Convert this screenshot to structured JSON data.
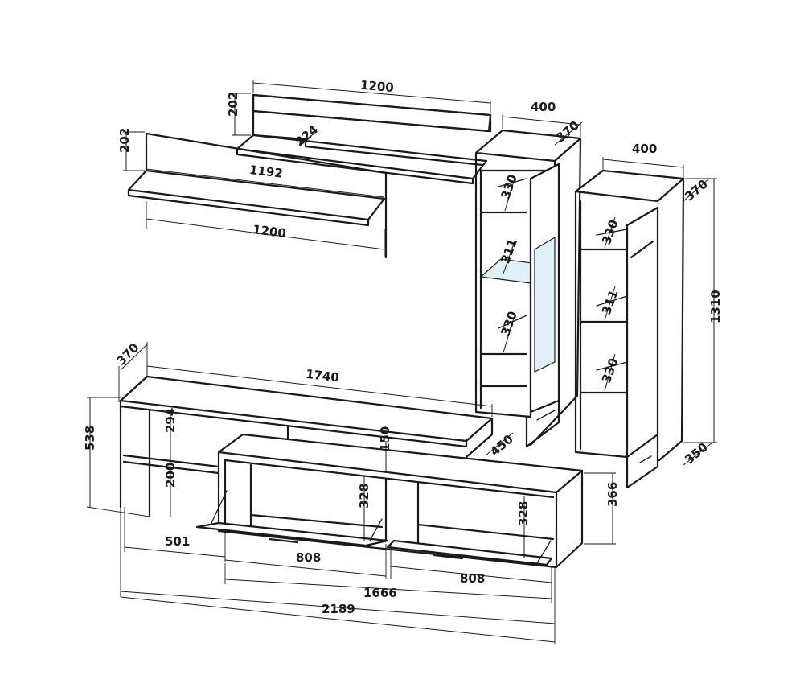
{
  "diagram": {
    "wall_shelf_long": {
      "width": "1200",
      "height": "202",
      "depth": "224"
    },
    "wall_shelf_short": {
      "height": "202",
      "inner_width": "1192",
      "width": "1200"
    },
    "left_cabinet": {
      "width": "400",
      "depth": "370",
      "shelf_1": "330",
      "shelf_2": "311",
      "shelf_3": "330"
    },
    "right_cabinet": {
      "width": "400",
      "depth": "370",
      "height": "1310",
      "shelf_1": "330",
      "shelf_2": "311",
      "shelf_3": "330",
      "base_depth": "350"
    },
    "tv_unit": {
      "depth": "370",
      "top_width": "1740",
      "height": "538",
      "open_upper": "294",
      "open_lower": "200",
      "top_shelf_gap": "150",
      "top_depth": "450",
      "box_height": "366",
      "left_section": "501",
      "door_left": "808",
      "door_right": "808",
      "inner_left": "328",
      "inner_right": "328",
      "box_width": "1666",
      "total_width": "2189"
    }
  },
  "colors": {
    "line": "#1a1a1a",
    "glass": "#dff1f7",
    "background": "#ffffff"
  }
}
